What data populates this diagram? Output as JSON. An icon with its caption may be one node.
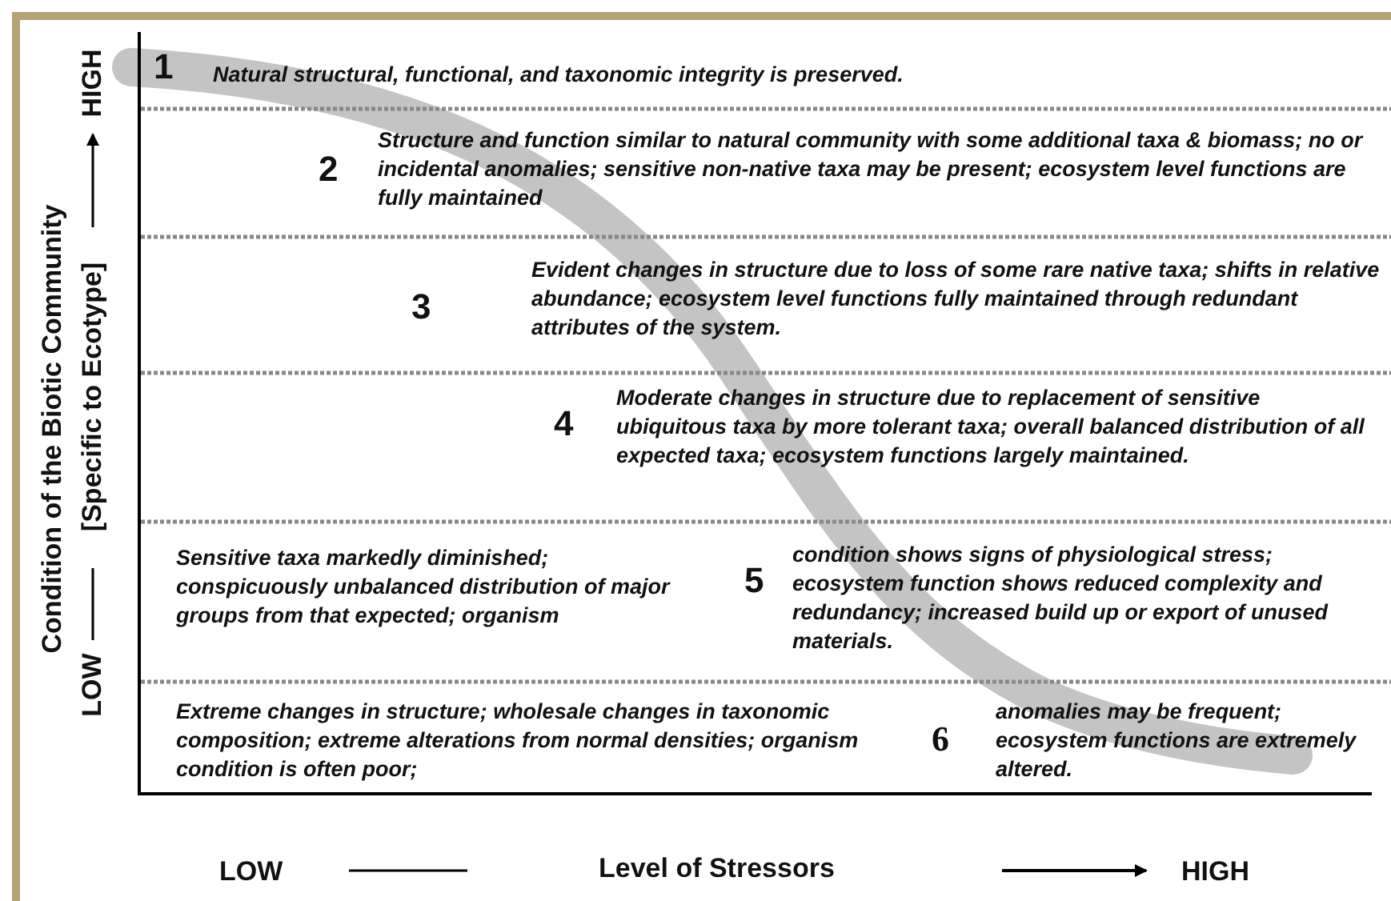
{
  "diagram": {
    "labels": [
      "Condition of the Biotic Community",
      "[Specific to Ecotype]",
      "LOW",
      "HIGH",
      "1",
      "Natural structural, functional, and taxonomic integrity is preserved.",
      "2",
      "Structure and function similar to natural community with some additional taxa & biomass; no or incidental anomalies; sensitive non-native taxa may be present; ecosystem level functions are fully maintained",
      "3",
      "Evident changes in structure due to loss of some rare native taxa; shifts in relative abundance; ecosystem level functions fully maintained through redundant attributes of the system.",
      "4",
      "Moderate changes in structure due to replacement of sensitive ubiquitous taxa by more tolerant taxa; overall balanced distribution of all expected taxa; ecosystem functions largely maintained.",
      "Sensitive taxa markedly diminished; conspicuously unbalanced distribution of major groups from that expected; organism",
      "5",
      "condition shows signs of physiological stress; ecosystem function shows reduced complexity and redundancy; increased build up or export of unused materials.",
      "Extreme changes in structure; wholesale changes in taxonomic composition; extreme alterations from normal densities; organism condition is often poor;",
      "6",
      "anomalies may be frequent; ecosystem functions are extremely altered.",
      "LOW",
      "Level of Stressors",
      "HIGH"
    ]
  }
}
